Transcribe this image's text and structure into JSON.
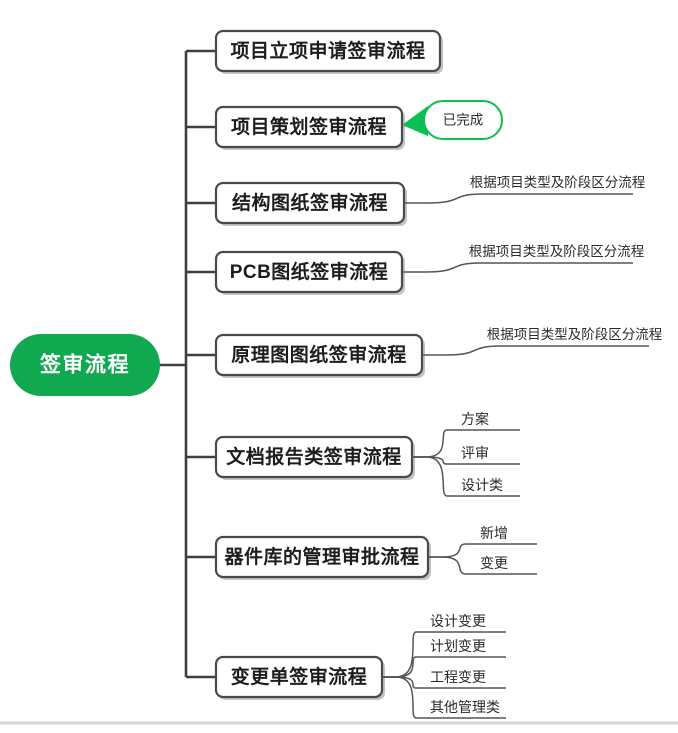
{
  "diagram": {
    "type": "mindmap",
    "orientation": "left-to-right",
    "root": {
      "label": "签审流程",
      "fill_color": "#10a94f",
      "text_color": "#ffffff"
    },
    "branch_color": "#3f3f3f",
    "node_border_color": "#4a4a4a",
    "accent_color": "#0bbf52",
    "branches": [
      {
        "label": "项目立项申请签审流程",
        "annotation": null,
        "badge": null,
        "children": []
      },
      {
        "label": "项目策划签审流程",
        "annotation": null,
        "badge": "已完成",
        "children": []
      },
      {
        "label": "结构图纸签审流程",
        "annotation": "根据项目类型及阶段区分流程",
        "badge": null,
        "children": []
      },
      {
        "label": "PCB图纸签审流程",
        "annotation": "根据项目类型及阶段区分流程",
        "badge": null,
        "children": []
      },
      {
        "label": "原理图图纸签审流程",
        "annotation": "根据项目类型及阶段区分流程",
        "badge": null,
        "children": []
      },
      {
        "label": "文档报告类签审流程",
        "annotation": null,
        "badge": null,
        "children": [
          "方案",
          "评审",
          "设计类"
        ]
      },
      {
        "label": "器件库的管理审批流程",
        "annotation": null,
        "badge": null,
        "children": [
          "新增",
          "变更"
        ]
      },
      {
        "label": "变更单签审流程",
        "annotation": null,
        "badge": null,
        "children": [
          "设计变更",
          "计划变更",
          "工程变更",
          "其他管理类"
        ]
      }
    ]
  }
}
